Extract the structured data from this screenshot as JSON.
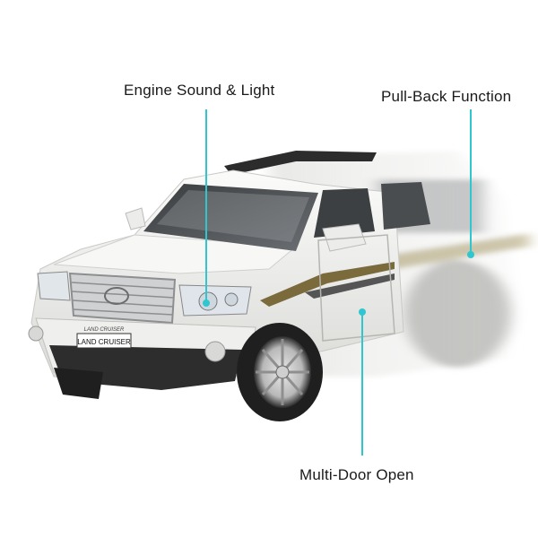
{
  "callouts": {
    "engine": "Engine Sound & Light",
    "pullback": "Pull-Back Function",
    "doors": "Multi-Door Open"
  },
  "product": {
    "plate_text": "LAND CRUISER",
    "badge_text": "LAND CRUISER"
  },
  "colors": {
    "callout_line": "#2fc6d0",
    "callout_dot": "#2fc6d0",
    "body": "#f3f3f1",
    "stripe": "#7a6a3c"
  }
}
